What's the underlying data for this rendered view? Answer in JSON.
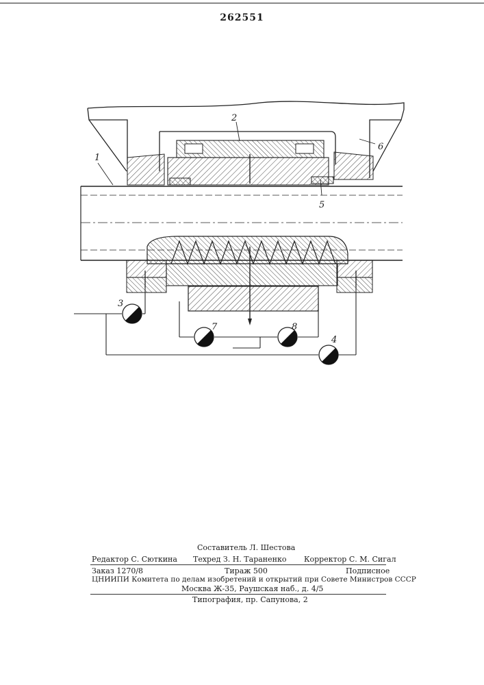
{
  "header": {
    "patent_number": "262551"
  },
  "drawing": {
    "labels": {
      "l1": "1",
      "l2": "2",
      "l3": "3",
      "l4": "4",
      "l5": "5",
      "l6": "6",
      "l7": "7",
      "l8": "8"
    }
  },
  "colophon": {
    "compiler": "Составитель Л. Шестова",
    "editor": "Редактор С. Сюткина",
    "techred": "Техред З. Н. Тараненко",
    "corrector": "Корректор С. М. Сигал",
    "order": "Заказ 1270/8",
    "circulation": "Тираж 500",
    "subscription": "Подписное",
    "institute": "ЦНИИПИ Комитета по делам изобретений и открытий при Совете Министров СССР",
    "address": "Москва Ж-35, Раушская наб., д. 4/5",
    "printing": "Типография, пр. Сапунова, 2"
  }
}
